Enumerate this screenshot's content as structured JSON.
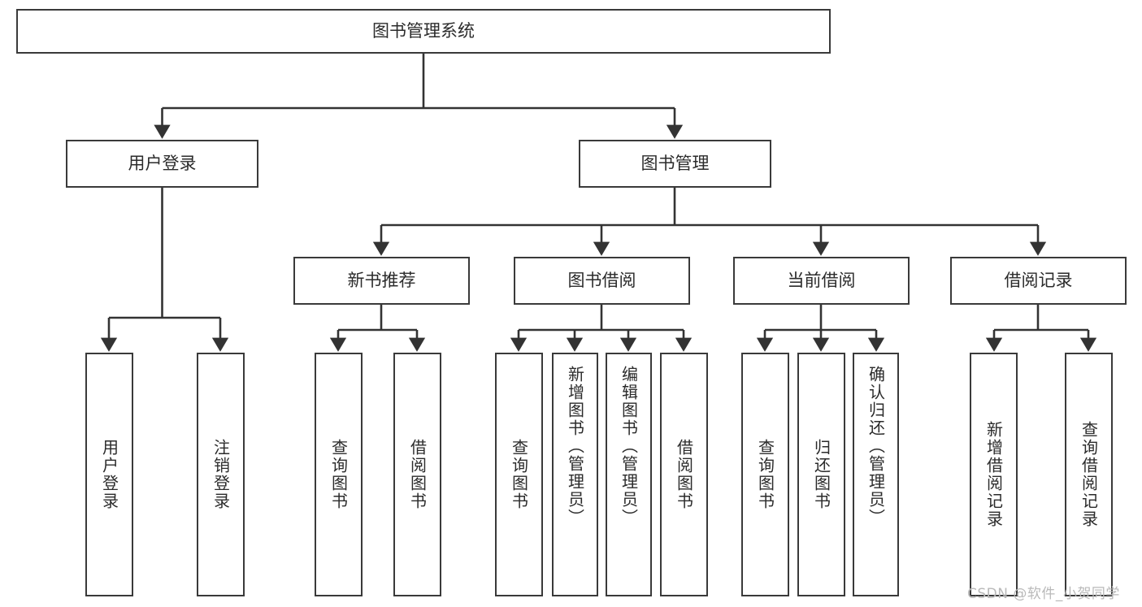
{
  "diagram": {
    "type": "tree",
    "title": "图书管理系统",
    "watermark": "CSDN @软件_小贺同学",
    "colors": {
      "box_border": "#3a3a3a",
      "box_fill": "#ffffff",
      "edge": "#333333",
      "text": "#2b2b2b",
      "watermark": "#b9b9b9"
    },
    "levels": {
      "root": "图书管理系统",
      "level2": [
        "用户登录",
        "图书管理"
      ],
      "level3": [
        "新书推荐",
        "图书借阅",
        "当前借阅",
        "借阅记录"
      ]
    },
    "nodes": {
      "root": {
        "label": "图书管理系统"
      },
      "user_login": {
        "label": "用户登录"
      },
      "book_manage": {
        "label": "图书管理"
      },
      "new_book_rec": {
        "label": "新书推荐"
      },
      "book_borrow": {
        "label": "图书借阅"
      },
      "current_borrow": {
        "label": "当前借阅"
      },
      "borrow_record": {
        "label": "借阅记录"
      },
      "leaf_user_login": {
        "label": "用户登录"
      },
      "leaf_user_logout": {
        "label": "注销登录"
      },
      "leaf_query_book_1": {
        "label": "查询图书"
      },
      "leaf_borrow_book_1": {
        "label": "借阅图书"
      },
      "leaf_query_book_2": {
        "label": "查询图书"
      },
      "leaf_add_book": {
        "label": "新增图书（管理员）"
      },
      "leaf_edit_book": {
        "label": "编辑图书（管理员）"
      },
      "leaf_borrow_book_2": {
        "label": "借阅图书"
      },
      "leaf_query_book_3": {
        "label": "查询图书"
      },
      "leaf_return_book": {
        "label": "归还图书"
      },
      "leaf_confirm_return": {
        "label": "确认归还（管理员）"
      },
      "leaf_add_record": {
        "label": "新增借阅记录"
      },
      "leaf_query_record": {
        "label": "查询借阅记录"
      }
    },
    "edges": [
      {
        "from": "图书管理系统",
        "to": "用户登录"
      },
      {
        "from": "图书管理系统",
        "to": "图书管理"
      },
      {
        "from": "用户登录",
        "to": "用户登录"
      },
      {
        "from": "用户登录",
        "to": "注销登录"
      },
      {
        "from": "图书管理",
        "to": "新书推荐"
      },
      {
        "from": "图书管理",
        "to": "图书借阅"
      },
      {
        "from": "图书管理",
        "to": "当前借阅"
      },
      {
        "from": "图书管理",
        "to": "借阅记录"
      },
      {
        "from": "新书推荐",
        "to": "查询图书"
      },
      {
        "from": "新书推荐",
        "to": "借阅图书"
      },
      {
        "from": "图书借阅",
        "to": "查询图书"
      },
      {
        "from": "图书借阅",
        "to": "新增图书（管理员）"
      },
      {
        "from": "图书借阅",
        "to": "编辑图书（管理员）"
      },
      {
        "from": "图书借阅",
        "to": "借阅图书"
      },
      {
        "from": "当前借阅",
        "to": "查询图书"
      },
      {
        "from": "当前借阅",
        "to": "归还图书"
      },
      {
        "from": "当前借阅",
        "to": "确认归还（管理员）"
      },
      {
        "from": "借阅记录",
        "to": "新增借阅记录"
      },
      {
        "from": "借阅记录",
        "to": "查询借阅记录"
      }
    ]
  }
}
